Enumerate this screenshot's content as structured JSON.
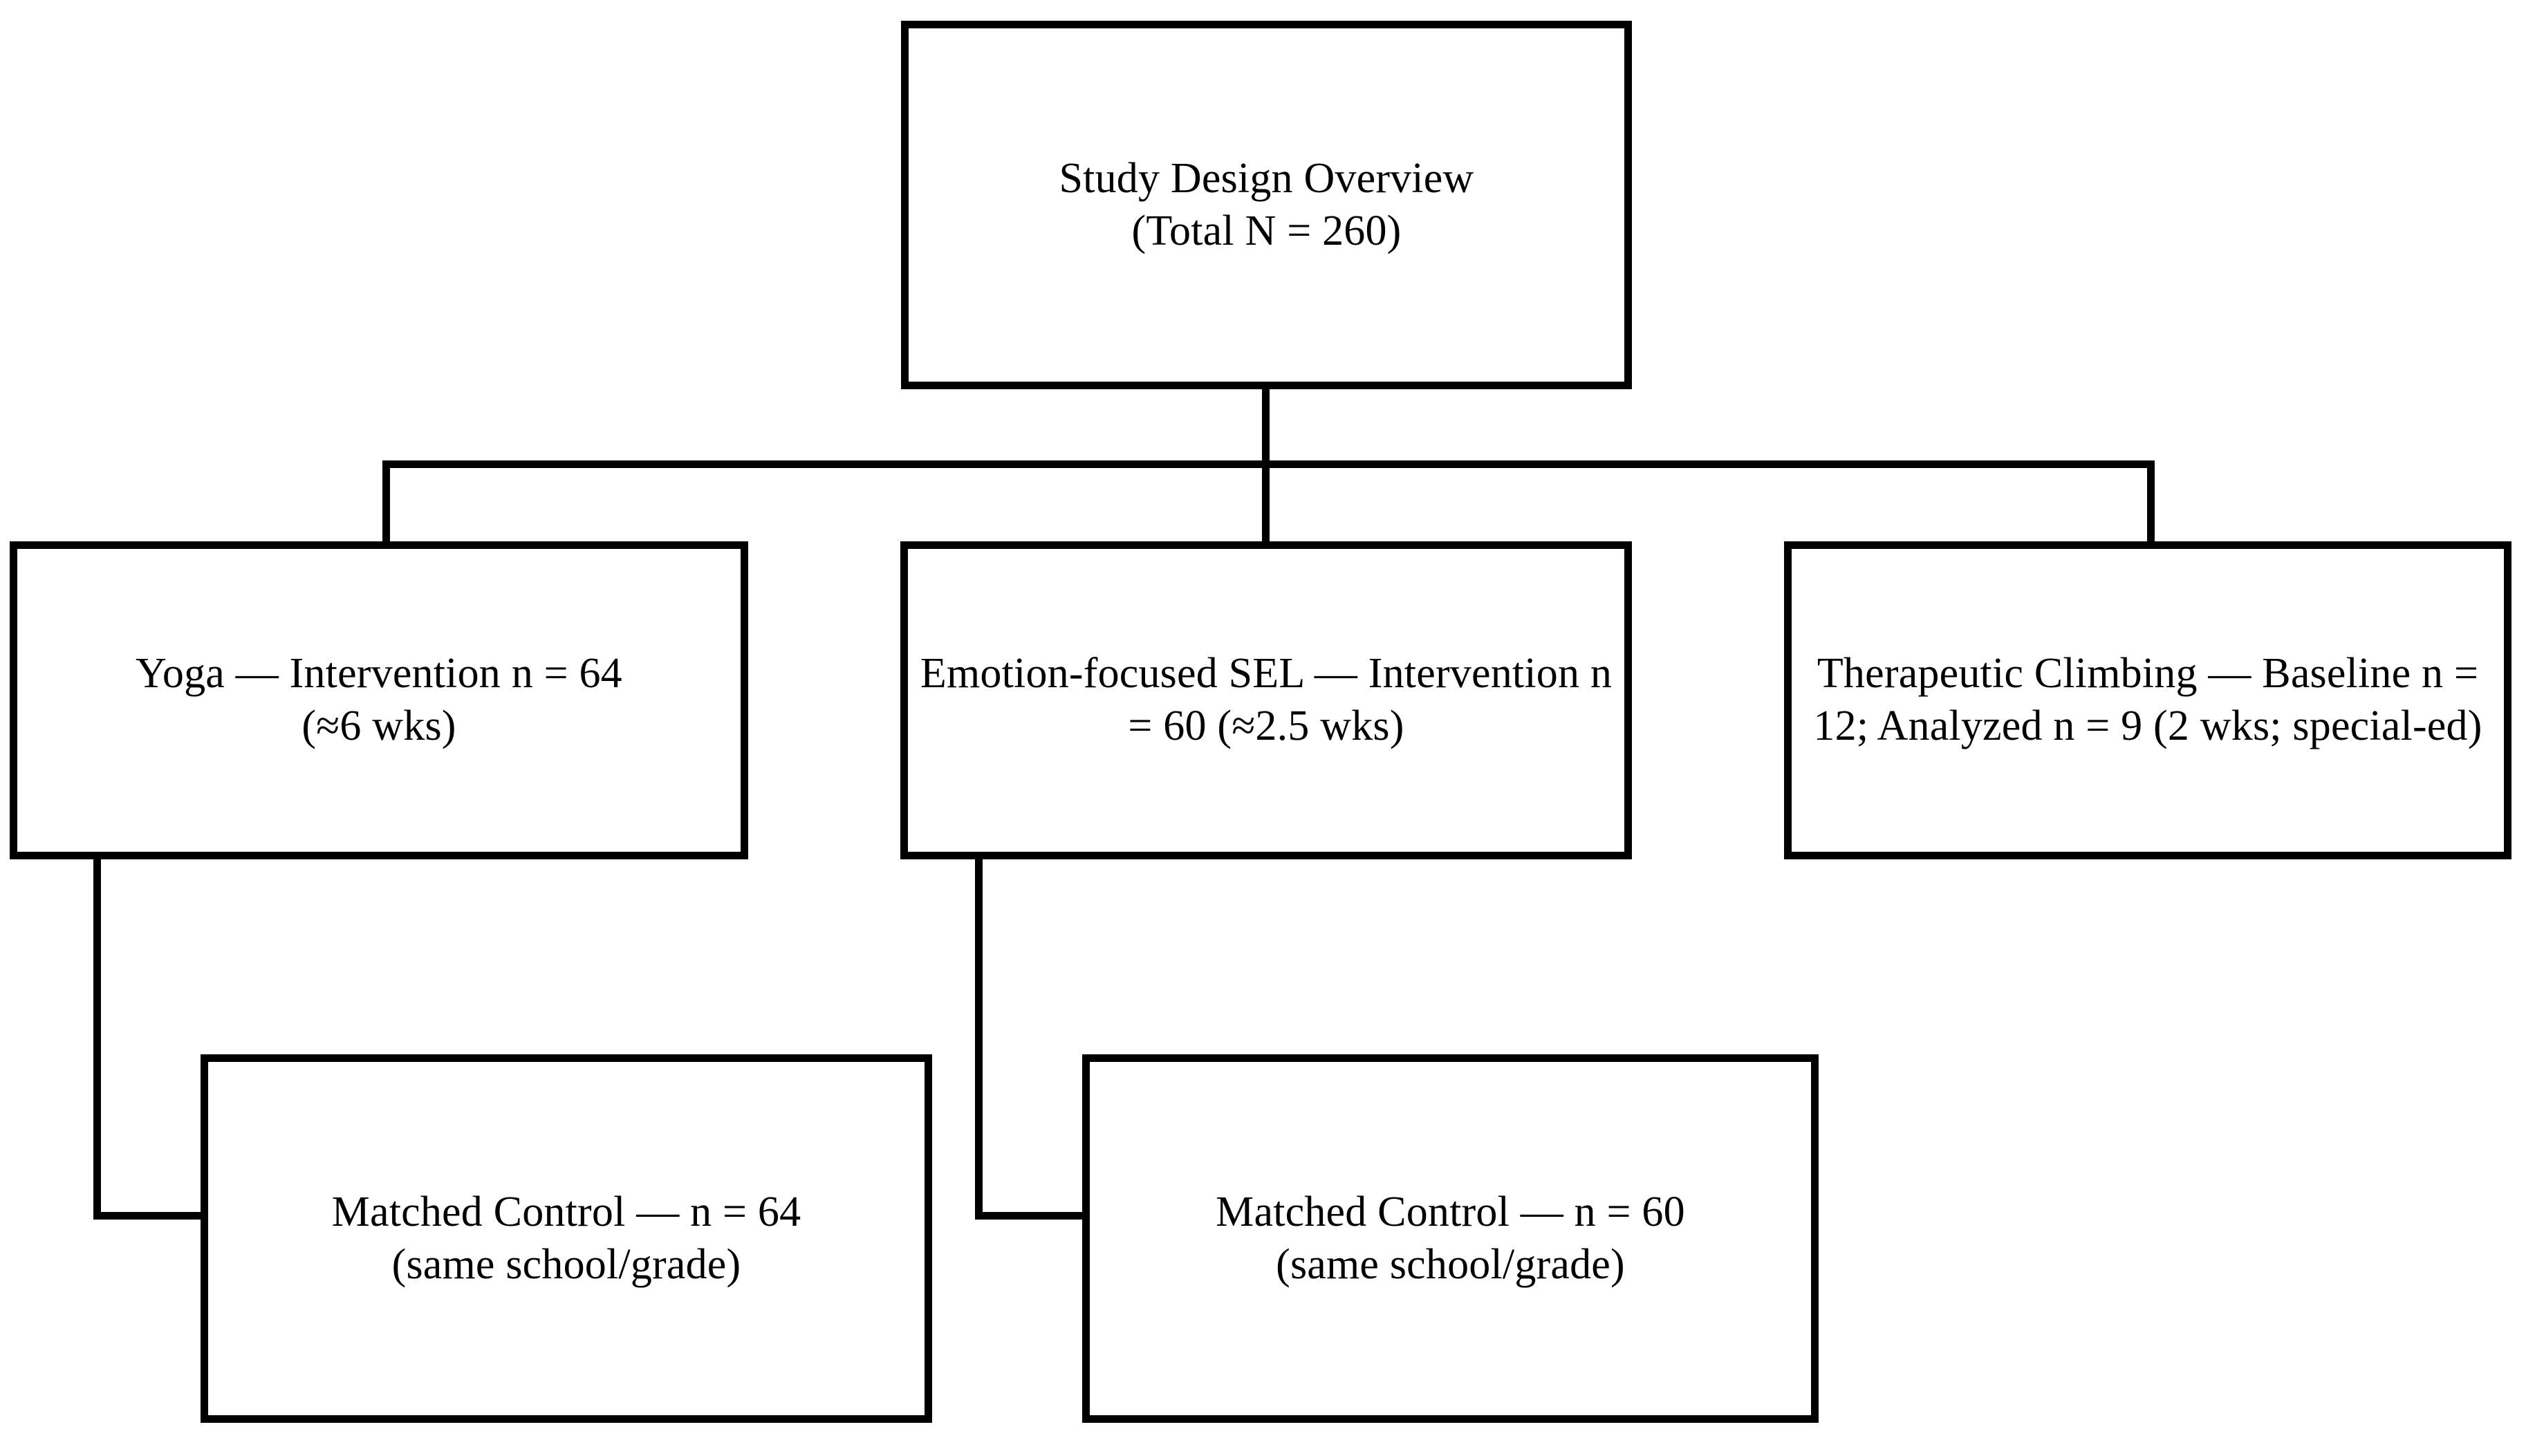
{
  "figure": {
    "type": "flowchart",
    "orientation": "top-down",
    "background_color": "#ffffff",
    "line_color": "#000000",
    "box_fill": "#ffffff"
  },
  "nodes": {
    "root": {
      "id": "study-design-overview",
      "label": "Study Design Overview\n(Total N = 260)",
      "title": "Study Design Overview",
      "subtitle": "(Total N = 260)",
      "total_n": 260,
      "level": 0
    },
    "yoga": {
      "id": "yoga-intervention",
      "label": "Yoga — Intervention n = 64\n(≈6 wks)",
      "arm": "Yoga",
      "role": "Intervention",
      "n": 64,
      "duration": "≈6 wks",
      "level": 1
    },
    "sel": {
      "id": "emotion-focused-sel-intervention",
      "label": "Emotion-focused SEL — Intervention n = 60 (≈2.5 wks)",
      "arm": "Emotion-focused SEL",
      "role": "Intervention",
      "n": 60,
      "duration": "≈2.5 wks",
      "level": 1
    },
    "climbing": {
      "id": "therapeutic-climbing",
      "label": "Therapeutic Climbing — Baseline n = 12; Analyzed n = 9 (2 wks; special-ed)",
      "arm": "Therapeutic Climbing",
      "baseline_n": 12,
      "analyzed_n": 9,
      "duration": "2 wks",
      "setting": "special-ed",
      "level": 1
    },
    "matched_control_64": {
      "id": "matched-control-64",
      "label": "Matched Control — n = 64\n(same school/grade)",
      "arm": "Matched Control",
      "n": 64,
      "matching": "same school/grade",
      "level": 2
    },
    "matched_control_60": {
      "id": "matched-control-60",
      "label": "Matched Control — n = 60\n(same school/grade)",
      "arm": "Matched Control",
      "n": 60,
      "matching": "same school/grade",
      "level": 2
    }
  },
  "edges": [
    {
      "from": "root",
      "to": "yoga",
      "style": "orthogonal"
    },
    {
      "from": "root",
      "to": "sel",
      "style": "orthogonal"
    },
    {
      "from": "root",
      "to": "climbing",
      "style": "orthogonal"
    },
    {
      "from": "yoga",
      "to": "matched_control_64",
      "style": "elbow"
    },
    {
      "from": "sel",
      "to": "matched_control_60",
      "style": "elbow"
    }
  ]
}
